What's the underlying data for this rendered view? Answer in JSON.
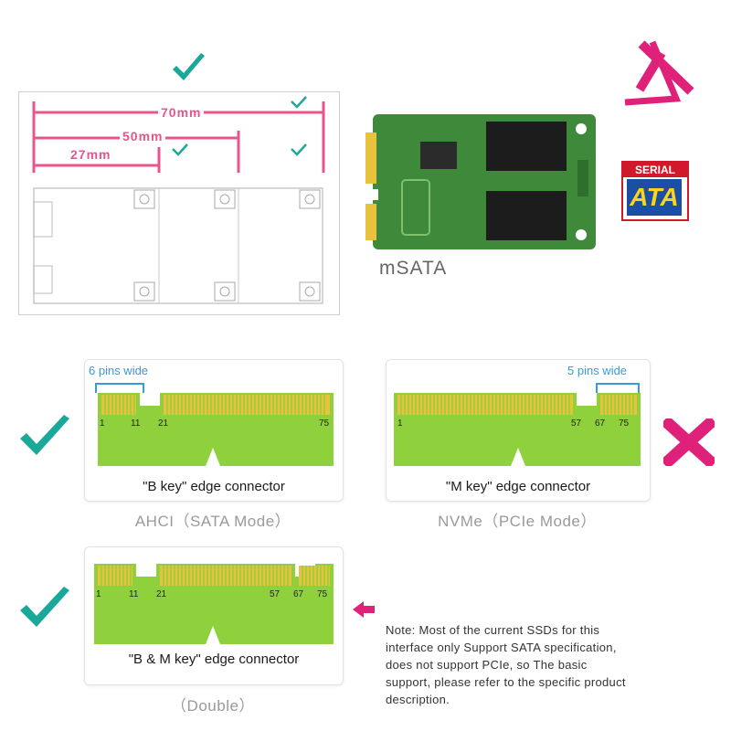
{
  "top_diagram": {
    "dim_70": "70mm",
    "dim_50": "50mm",
    "dim_27": "27mm"
  },
  "msata": {
    "label": "mSATA"
  },
  "serial_ata_logo": {
    "line1": "SERIAL",
    "line2": "ATA"
  },
  "connectors": {
    "b_key": {
      "pins_label": "6 pins wide",
      "pin_numbers": [
        "1",
        "11",
        "21",
        "75"
      ],
      "caption": "\"B key\" edge connector",
      "mode": "AHCI（SATA Mode）"
    },
    "m_key": {
      "pins_label": "5 pins wide",
      "pin_numbers": [
        "1",
        "57",
        "67",
        "75"
      ],
      "caption": "\"M key\" edge connector",
      "mode": "NVMe（PCIe Mode）"
    },
    "bm_key": {
      "pin_numbers": [
        "1",
        "11",
        "21",
        "57",
        "67",
        "75"
      ],
      "caption": "\"B & M key\" edge connector",
      "mode": "（Double）"
    }
  },
  "note": {
    "lines": [
      "Note: Most of the current SSDs for this",
      "interface only Support SATA specification,",
      "does not support PCIe, so The basic",
      "support, please refer to the specific product",
      "description."
    ]
  },
  "colors": {
    "check": "#1aa89a",
    "cross": "#e0217a",
    "pink_dim": "#e8548c",
    "board": "#8fd13c",
    "pin_gold": "#e8c23c",
    "blue_label": "#3a9ad6"
  }
}
